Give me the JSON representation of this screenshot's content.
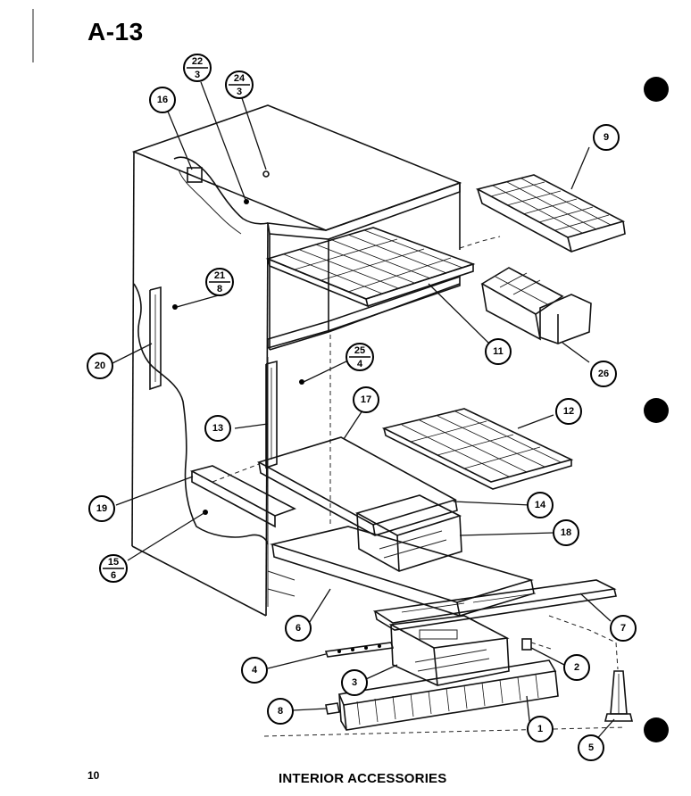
{
  "header": {
    "page_code": "A-13"
  },
  "footer": {
    "page_number": "10",
    "caption": "INTERIOR ACCESSORIES"
  },
  "callouts": [
    {
      "id": "c1",
      "label": "1"
    },
    {
      "id": "c2",
      "label": "2"
    },
    {
      "id": "c3",
      "label": "3"
    },
    {
      "id": "c4",
      "label": "4"
    },
    {
      "id": "c5",
      "label": "5"
    },
    {
      "id": "c6",
      "label": "6"
    },
    {
      "id": "c7",
      "label": "7"
    },
    {
      "id": "c8",
      "label": "8"
    },
    {
      "id": "c9",
      "label": "9"
    },
    {
      "id": "c11",
      "label": "11"
    },
    {
      "id": "c12",
      "label": "12"
    },
    {
      "id": "c13",
      "label": "13"
    },
    {
      "id": "c14",
      "label": "14"
    },
    {
      "id": "c16",
      "label": "16"
    },
    {
      "id": "c17",
      "label": "17"
    },
    {
      "id": "c18",
      "label": "18"
    },
    {
      "id": "c19",
      "label": "19"
    },
    {
      "id": "c20",
      "label": "20"
    },
    {
      "id": "c26",
      "label": "26"
    }
  ],
  "fraction_callouts": [
    {
      "id": "f22",
      "top": "22",
      "bottom": "3"
    },
    {
      "id": "f24",
      "top": "24",
      "bottom": "3"
    },
    {
      "id": "f21",
      "top": "21",
      "bottom": "8"
    },
    {
      "id": "f25",
      "top": "25",
      "bottom": "4"
    },
    {
      "id": "f15",
      "top": "15",
      "bottom": "6"
    }
  ]
}
